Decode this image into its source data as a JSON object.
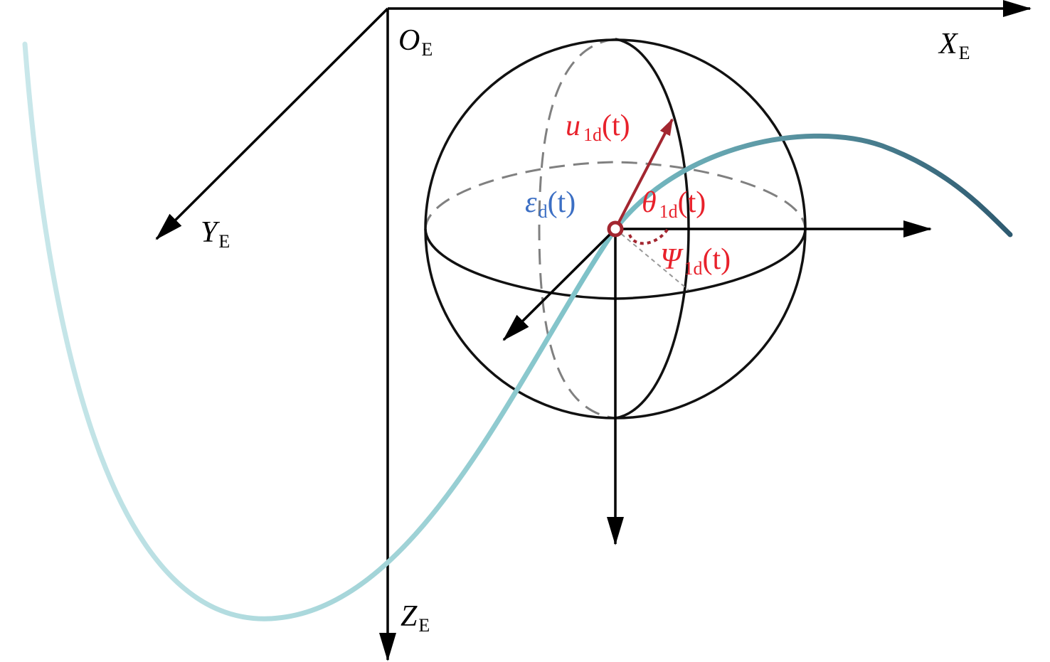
{
  "frame": {
    "origin": {
      "main": "O",
      "sub": "E"
    },
    "x_axis": {
      "main": "X",
      "sub": "E"
    },
    "y_axis": {
      "main": "Y",
      "sub": "E"
    },
    "z_axis": {
      "main": "Z",
      "sub": "E"
    }
  },
  "vectors": {
    "u": {
      "main": "u",
      "sub": "1d",
      "arg": "(t)"
    },
    "theta": {
      "main": "θ",
      "sub": "1d",
      "arg": "(t)"
    },
    "psi": {
      "main": "Ψ",
      "sub": "1d",
      "arg": "(t)"
    },
    "epsilon": {
      "main": "ε",
      "sub": "d",
      "arg": "(t)"
    }
  },
  "colors": {
    "axes": "#000000",
    "sphere": "#111111",
    "hidden": "#808080",
    "red_label": "#e8212b",
    "red_vector": "#a32630",
    "blue_label": "#3c6fc4",
    "curve_start": "#c9e7ea",
    "curve_mid": "#79bfc6",
    "curve_end": "#2e5a70"
  }
}
